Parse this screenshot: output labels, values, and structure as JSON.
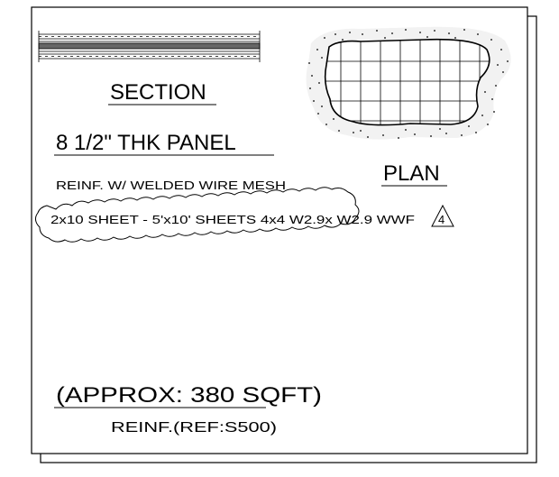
{
  "section": {
    "title": "SECTION"
  },
  "plan": {
    "title": "PLAN"
  },
  "panel": {
    "heading": "8 1/2\" THK PANEL"
  },
  "reinforcement": {
    "note": "REINF. W/  WELDED WIRE MESH",
    "revision_cloud_text": "2x10 SHEET - 5'x10' SHEETS 4x4 W2.9x W2.9 WWF",
    "revision_number": "4"
  },
  "area": {
    "label": "(APPROX: 380 SQFT)"
  },
  "reference": {
    "label": "REINF.(REF:S500)"
  }
}
